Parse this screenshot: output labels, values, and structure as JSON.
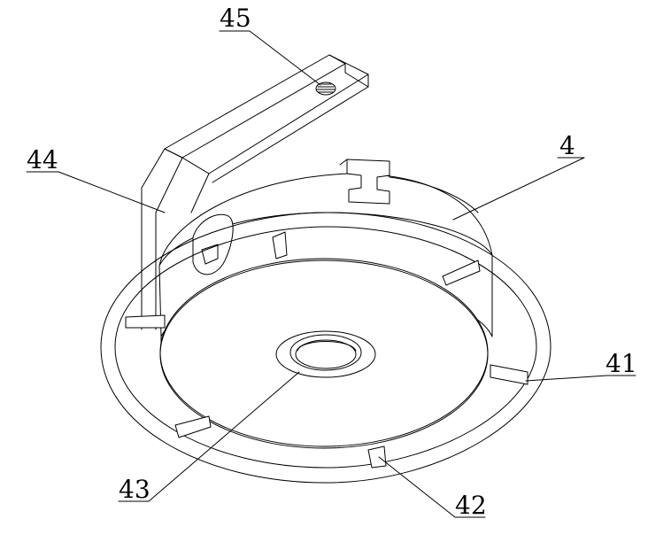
{
  "labels": {
    "part_4": "4",
    "part_41": "41",
    "part_42": "42",
    "part_43": "43",
    "part_44": "44",
    "part_45": "45"
  }
}
